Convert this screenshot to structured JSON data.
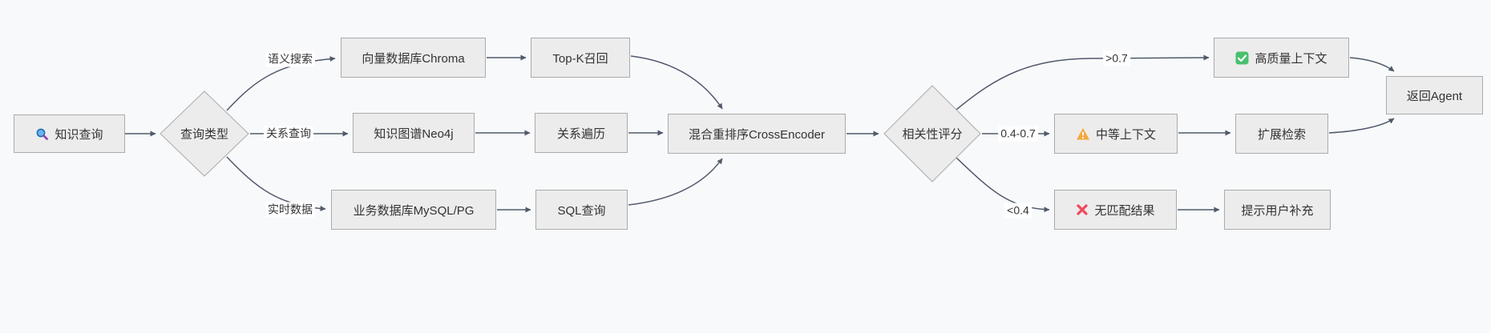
{
  "diagram": {
    "type": "flowchart",
    "background_color": "#f8f9fb",
    "node_fill_color": "#ececec",
    "node_border_color": "#ababab",
    "text_color": "#333333",
    "edge_color": "#505a6b",
    "icon_colors": {
      "search_lens_blue": "#6db5ee",
      "search_rim_blue": "#1f6fb5",
      "search_handle_purple": "#8e44ad",
      "check_green": "#48c06e",
      "warning_orange": "#f5a73b",
      "cross_red": "#f1485c"
    },
    "nodes": {
      "knowledge_query": {
        "label": "知识查询",
        "icon": "search-icon"
      },
      "query_type": {
        "label": "查询类型",
        "shape": "diamond"
      },
      "vector_db": {
        "label": "向量数据库Chroma"
      },
      "topk_recall": {
        "label": "Top-K召回"
      },
      "kg_neo4j": {
        "label": "知识图谱Neo4j"
      },
      "relation_traversal": {
        "label": "关系遍历"
      },
      "biz_db": {
        "label": "业务数据库MySQL/PG"
      },
      "sql_query": {
        "label": "SQL查询"
      },
      "rerank": {
        "label": "混合重排序CrossEncoder"
      },
      "relevance_score": {
        "label": "相关性评分",
        "shape": "diamond"
      },
      "high_quality_context": {
        "label": "高质量上下文",
        "icon": "check-icon"
      },
      "medium_context": {
        "label": "中等上下文",
        "icon": "warning-icon"
      },
      "no_match": {
        "label": "无匹配结果",
        "icon": "cross-icon"
      },
      "extend_retrieval": {
        "label": "扩展检索"
      },
      "prompt_user": {
        "label": "提示用户补充"
      },
      "return_agent": {
        "label": "返回Agent"
      }
    },
    "edge_labels": {
      "semantic_search": "语义搜索",
      "relation_query": "关系查询",
      "realtime_data": "实时数据",
      "score_high": ">0.7",
      "score_mid": "0.4-0.7",
      "score_low": "<0.4"
    }
  }
}
